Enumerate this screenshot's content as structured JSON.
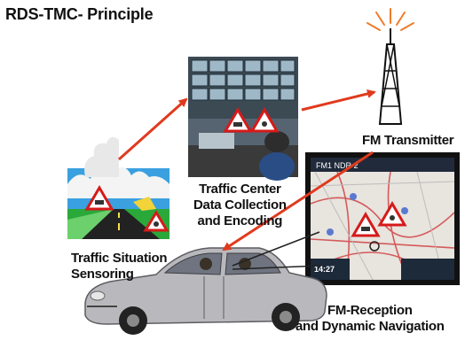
{
  "title": "RDS-TMC- Principle",
  "labels": {
    "transmitter": "FM Transmitter",
    "traffic_center_line1": "Traffic Center",
    "traffic_center_line2": "Data Collection",
    "traffic_center_line3": "and Encoding",
    "sensing_line1": "Traffic Situation",
    "sensing_line2": "Sensoring",
    "reception_line1": "FM-Reception",
    "reception_line2": "and Dynamic Navigation"
  },
  "nav_screen": {
    "top_text": "FM1  NDR 2",
    "time": "14:27"
  },
  "colors": {
    "arrow": "#e03a1e",
    "sign_border": "#d61a1a",
    "car_body": "#b9b9bd",
    "sky": "#3aa0e0",
    "grass": "#2aa83a",
    "road": "#222222"
  }
}
